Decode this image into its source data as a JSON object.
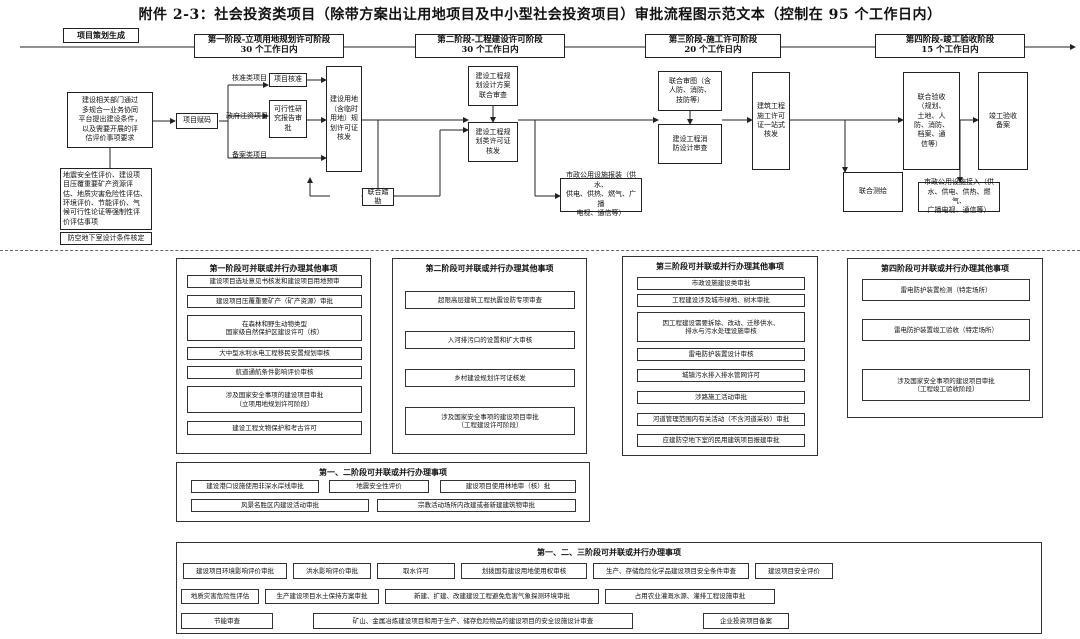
{
  "title": "附件 2-3：社会投资类项目（除带方案出让用地项目及中小型社会投资项目）审批流程图示范文本（控制在 95 个工作日内）",
  "flow": {
    "start": "项目策划生成",
    "stages": [
      {
        "name": "第一阶段-立项用地规划许可阶段",
        "days": "30 个工作日内"
      },
      {
        "name": "第二阶段-工程建设许可阶段",
        "days": "30 个工作日内"
      },
      {
        "name": "第三阶段-施工许可阶段",
        "days": "20 个工作日内"
      },
      {
        "name": "第四阶段-竣工验收阶段",
        "days": "15 个工作日内"
      }
    ],
    "pre_box": "建设相关部门通过\n多规合一业务协同\n平台提出建设条件，\n以及需要开展的评\n估评价事项要求",
    "eval_box": "地震安全性评价、建设项\n目压覆重要矿产资源评\n估、地质灾害危险性评估、\n环境评价、节能评价、气\n候可行性论证等强制性评\n价评估事项",
    "civil_defense_check": "防空地下室设计条件核定",
    "project_code": "项目赋码",
    "branch_approve": "核准类项目",
    "branch_gov": "政府注资项目",
    "branch_record": "备案类项目",
    "approve_box": "项目核准",
    "feasibility_box": "可行性研\n究报告审\n批",
    "land_permit": "建设用地\n（含临时\n用地）规\n划许可证\n核发",
    "joint_survey": "联合踏勘",
    "s2_joint_review": "建设工程规\n划设计方案\n联合审查",
    "s2_permit": "建设工程规\n划类许可证\n核发",
    "public_utility_apply": "市政公用设施报装（供水、\n供电、供热、燃气、广播\n电视、通信等）",
    "s3_joint_review": "联合审图（含\n人防、消防、\n技防等）",
    "s3_fire_review": "建设工程消\n防设计审查",
    "s3_permit": "建筑工程\n施工许可\n证一站式\n核发",
    "s4_joint_acceptance": "联合验收\n（规划、\n土地、人\n防、消防、\n档案、通\n信等）",
    "s4_record": "竣工验收\n备案",
    "joint_mapping": "联合测绘",
    "utility_connect": "市政公用设施接入（供\n水、供电、供热、燃气、\n广播电视、通信等）"
  },
  "panels": {
    "p1": {
      "title": "第一阶段可并联或并行办理其他事项",
      "items": [
        "建设项目选址意见书核发和建设项目用地预审",
        "建设项目压覆重要矿产（矿产资源）审批",
        "在森林和野生动物类型\n国家级自然保护区建设许可（核）",
        "大中型水利水电工程移民安置规划审核",
        "航道通航条件影响评价审核",
        "涉及国家安全事项的建设项目审批\n（立项用地规划许可阶段）",
        "建设工程文物保护和考古许可"
      ]
    },
    "p2": {
      "title": "第二阶段可并联或并行办理其他事项",
      "items": [
        "超限高层建筑工程抗震设防专项审查",
        "入河排污口的设置和扩大审核",
        "乡村建设规划许可证核发",
        "涉及国家安全事项的建设项目审批\n（工程建设许可阶段）"
      ]
    },
    "p3": {
      "title": "第三阶段可并联或并行办理其他事项",
      "items": [
        "市政设施建设类审批",
        "工程建设涉及城市绿地、树木审批",
        "因工程建设需要拆除、改动、迁移供水、\n排水与污水处理设施审核",
        "雷电防护装置设计审核",
        "城镇污水排入排水管网许可",
        "涉路施工活动审批",
        "河道管理范围内有关活动（不含河道采砂）审批",
        "应建防空地下室的民用建筑项目报建审批"
      ]
    },
    "p4": {
      "title": "第四阶段可并联或并行办理其他事项",
      "items": [
        "雷电防护装置检测（特定场所）",
        "雷电防护装置竣工验收（特定场所）",
        "涉及国家安全事项的建设项目审批\n（工程竣工验收阶段）"
      ]
    },
    "p12": {
      "title": "第一、二阶段可并联或并行办理事项",
      "items": [
        "建设港口设施使用非深水岸线审批",
        "地震安全性评价",
        "建设项目使用林地审（核）批",
        "风景名胜区内建设活动审批",
        "宗教活动场所内改建或者新建建筑物审批"
      ]
    },
    "p123": {
      "title": "第一、二、三阶段可并联或并行办理事项",
      "items": [
        "建设项目环境影响评价审批",
        "洪水影响评价审批",
        "取水许可",
        "划拨国有建设用地使用权审核",
        "生产、存储危险化学品建设项目安全条件审查",
        "建设项目安全评价",
        "地质灾害危险性评估",
        "生产建设项目水土保持方案审批",
        "新建、扩建、改建建设工程避免危害气象探测环境审批",
        "占用农业灌溉水源、灌排工程设施审批",
        "节能审查",
        "矿山、金属冶炼建设项目和用于生产、储存危险物品的建设项目的安全设施设计审查",
        "企业投资项目备案"
      ]
    }
  }
}
